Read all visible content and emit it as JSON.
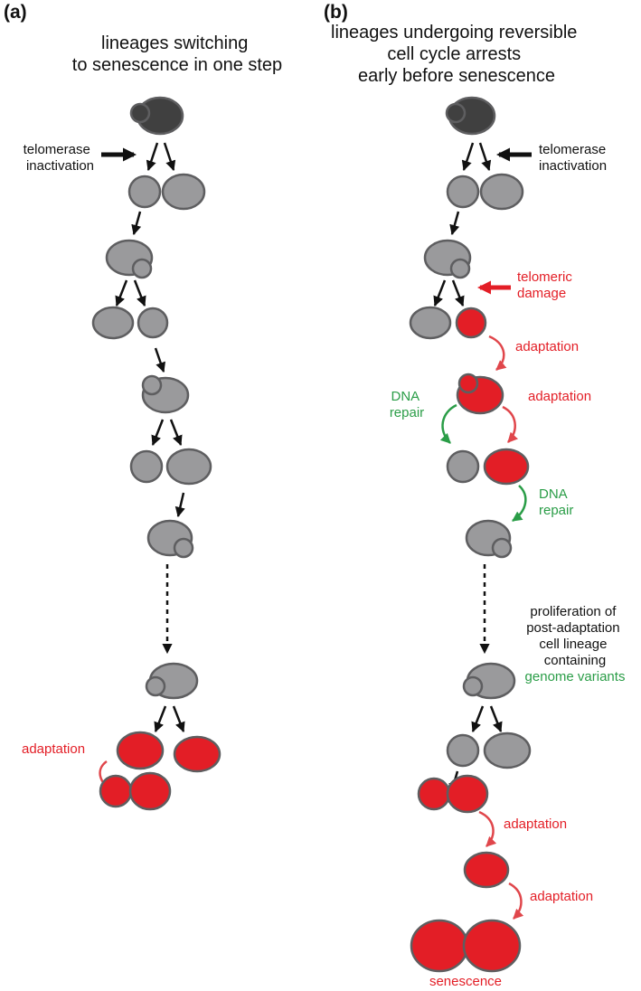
{
  "colors": {
    "dark_cell": "#404040",
    "grey_cell": "#9a9a9c",
    "red_cell": "#e31e26",
    "outline": "#5e5e60",
    "black_arrow": "#111111",
    "red_arrow": "#e31e26",
    "adapt_arrow": "#e0464b",
    "green": "#2a9d47",
    "red_text": "#e31e26",
    "text": "#111111"
  },
  "panel_a": {
    "label": "(a)",
    "title_lines": [
      "lineages switching",
      "to senescence in one step"
    ],
    "telomerase_lines": [
      "telomerase",
      "inactivation"
    ],
    "adaptation": "adaptation"
  },
  "panel_b": {
    "label": "(b)",
    "title_lines": [
      "lineages undergoing reversible",
      "cell cycle arrests",
      "early before senescence"
    ],
    "telomerase_lines": [
      "telomerase",
      "inactivation"
    ],
    "telomeric_damage_lines": [
      "telomeric",
      "damage"
    ],
    "adaptation_1": "adaptation",
    "adaptation_2": "adaptation",
    "dna_repair_left_lines": [
      "DNA",
      "repair"
    ],
    "dna_repair_right_lines": [
      "DNA",
      "repair"
    ],
    "proliferation_lines": [
      "proliferation of",
      "post-adaptation",
      "cell lineage",
      "containing"
    ],
    "genome_variants": "genome variants",
    "adaptation_3": "adaptation",
    "adaptation_4": "adaptation",
    "senescence": "senescence"
  }
}
